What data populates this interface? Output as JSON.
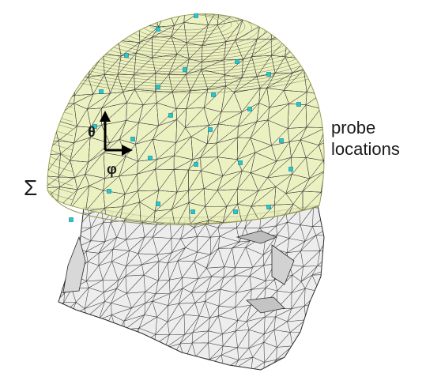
{
  "labels": {
    "surface": "Σ",
    "probe_line1": "probe",
    "probe_line2": "locations",
    "theta": "θ",
    "phi": "φ"
  },
  "colors": {
    "background": "#ffffff",
    "dome_fill": "#e9efb7",
    "dome_edge": "#9aa05a",
    "head_fill": "#ededed",
    "mesh_line": "#2a2a2a",
    "probe": "#22c8d6",
    "axis": "#000000"
  },
  "icons": {
    "theta_axis": "arrow-up-icon",
    "phi_axis": "arrow-right-icon"
  }
}
